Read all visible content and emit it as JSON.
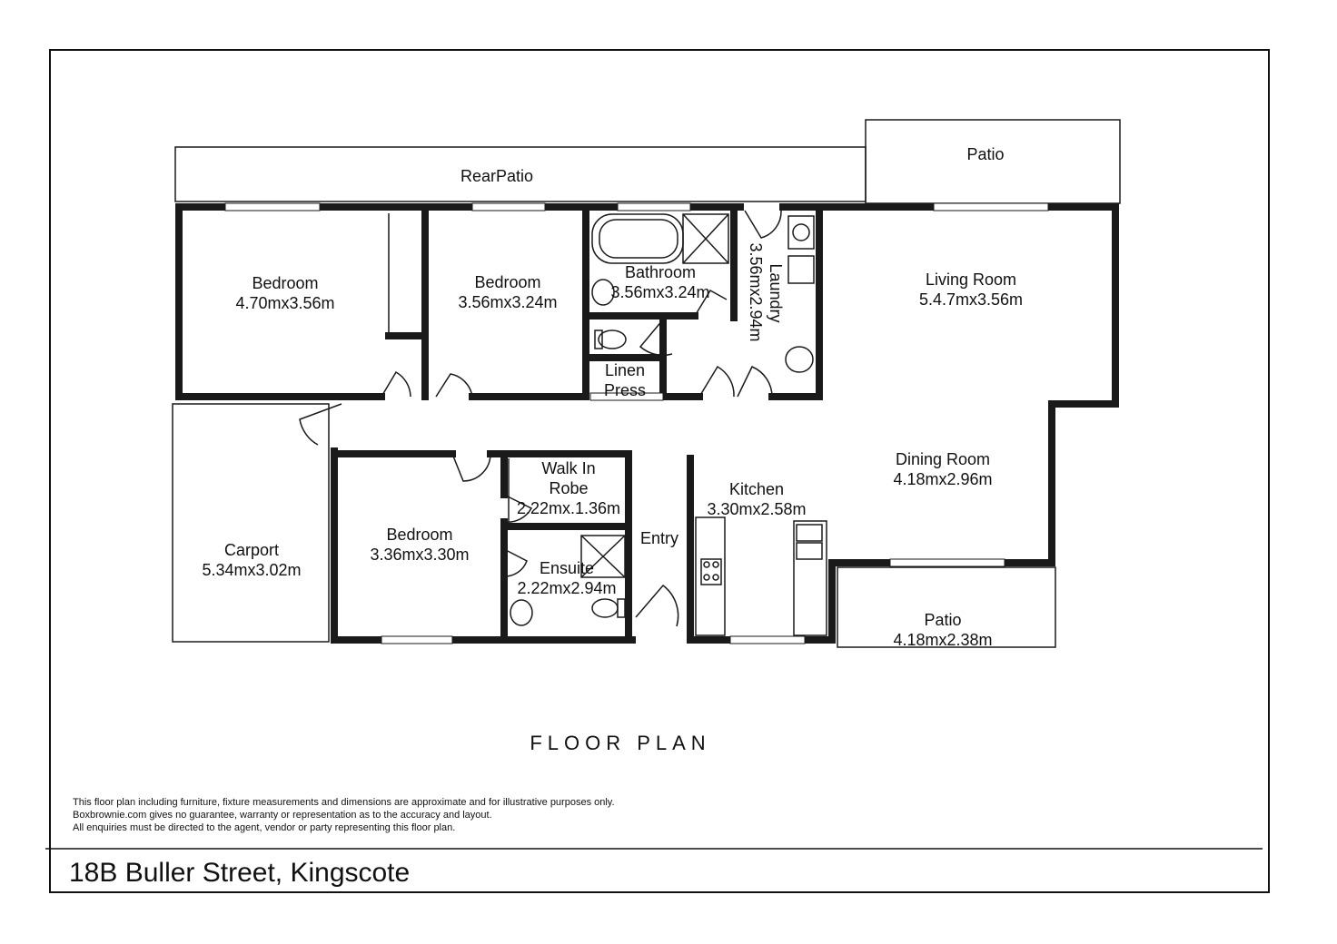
{
  "plan": {
    "title": "FLOOR PLAN",
    "address": "18B Buller Street, Kingscote",
    "disclaimer": [
      "This floor plan including furniture, fixture measurements and dimensions are approximate and for illustrative purposes only.",
      "Boxbrownie.com gives no guarantee, warranty or representation as to the accuracy and layout.",
      "All enquiries must be directed to the agent, vendor or party representing this floor plan."
    ]
  },
  "rooms": {
    "rear_patio": {
      "name": "RearPatio"
    },
    "patio_top": {
      "name": "Patio"
    },
    "bedroom1": {
      "name": "Bedroom",
      "dims": "4.70mx3.56m"
    },
    "bedroom2": {
      "name": "Bedroom",
      "dims": "3.56mx3.24m"
    },
    "bathroom": {
      "name": "Bathroom",
      "dims": "3.56mx3.24m"
    },
    "laundry": {
      "name": "Laundry",
      "dims": "3.56mx2.94m"
    },
    "living": {
      "name": "Living Room",
      "dims": "5.4.7mx3.56m"
    },
    "linen": {
      "name1": "Linen",
      "name2": "Press"
    },
    "dining": {
      "name": "Dining Room",
      "dims": "4.18mx2.96m"
    },
    "walkin": {
      "name1": "Walk In",
      "name2": "Robe",
      "dims": "2.22mx.1.36m"
    },
    "kitchen": {
      "name": "Kitchen",
      "dims": "3.30mx2.58m"
    },
    "carport": {
      "name": "Carport",
      "dims": "5.34mx3.02m"
    },
    "bedroom3": {
      "name": "Bedroom",
      "dims": "3.36mx3.30m"
    },
    "entry": {
      "name": "Entry"
    },
    "ensuite": {
      "name": "Ensuite",
      "dims": "2.22mx2.94m"
    },
    "patio_bottom": {
      "name": "Patio",
      "dims": "4.18mx2.38m"
    }
  }
}
